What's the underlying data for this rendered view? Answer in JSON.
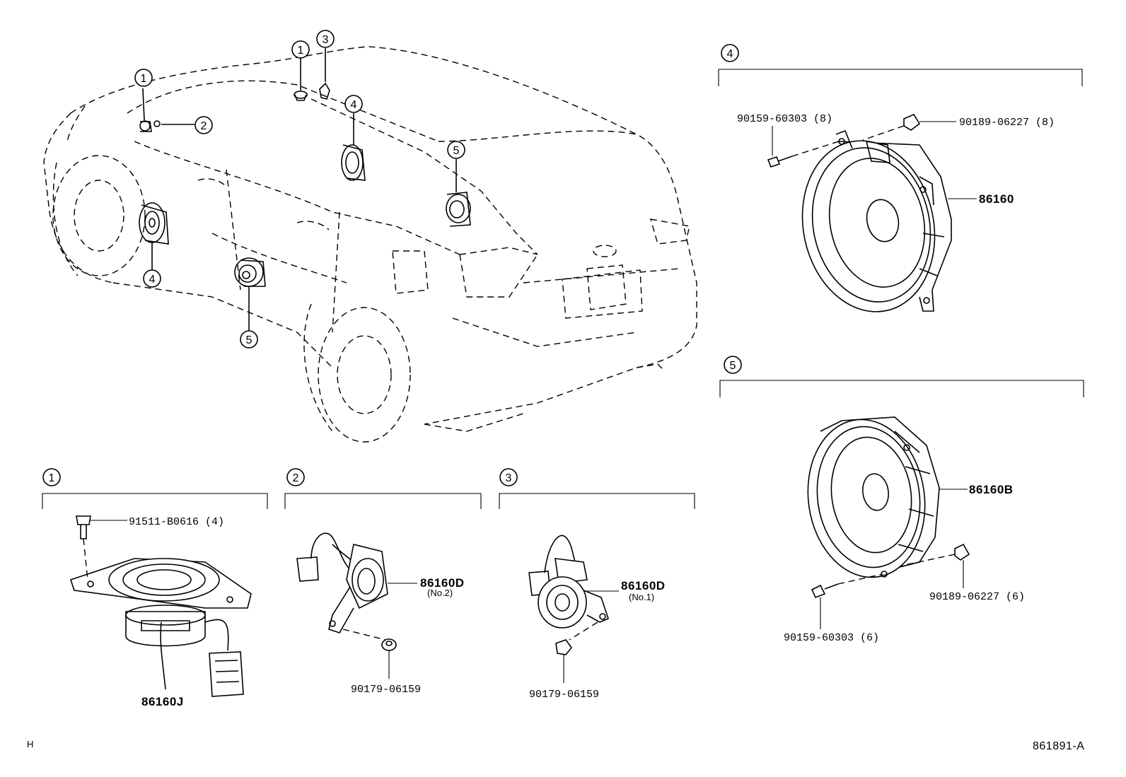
{
  "callouts": {
    "c1": "1",
    "c2": "2",
    "c3": "3",
    "c4": "4",
    "c5": "5"
  },
  "parts": {
    "p86160": "86160",
    "p86160B": "86160B",
    "p86160J": "86160J",
    "p86160D": "86160D",
    "no2": "(No.2)",
    "no1": "(No.1)",
    "bolt_8": "90159-60303 (8)",
    "bolt_6": "90159-60303 (6)",
    "nut_8": "90189-06227 (8)",
    "nut_6": "90189-06227 (6)",
    "screw_4": "91511-B0616 (4)",
    "nut_a": "90179-06159",
    "nut_b": "90179-06159"
  },
  "footer": {
    "left_mark": "H",
    "diagram_id": "861891-A"
  }
}
